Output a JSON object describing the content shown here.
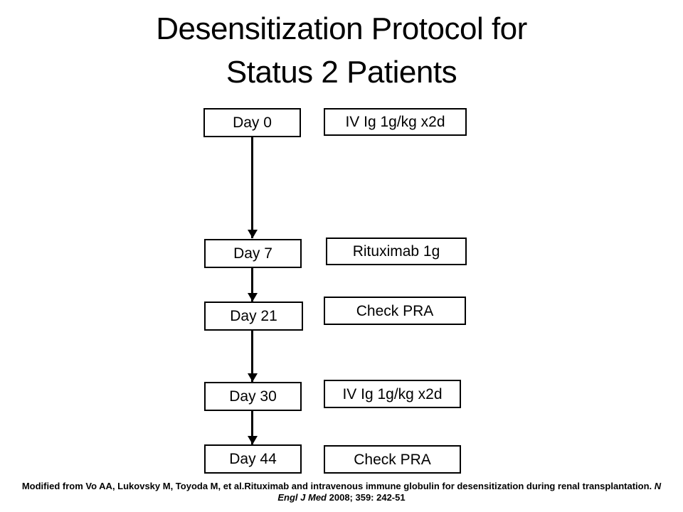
{
  "title": {
    "line1": "Desensitization Protocol for",
    "line2": "Status 2 Patients"
  },
  "flowchart": {
    "rows": [
      {
        "day": "Day 0",
        "action": "IV Ig 1g/kg x2d"
      },
      {
        "day": "Day 7",
        "action": "Rituximab 1g"
      },
      {
        "day": "Day 21",
        "action": "Check PRA"
      },
      {
        "day": "Day 30",
        "action": "IV Ig 1g/kg x2d"
      },
      {
        "day": "Day 44",
        "action": "Check PRA"
      }
    ],
    "arrow_count": 4
  },
  "footnote": {
    "text": "Modified from Vo AA, Lukovsky M, Toyoda M, et al.Rituximab and intravenous immune globulin for desensitization during renal transplantation.",
    "journal": "N Engl J Med",
    "citation": "2008; 359: 242-51"
  },
  "colors": {
    "background": "#ffffff",
    "box_border": "#000000",
    "text": "#000000",
    "arrow": "#000000"
  }
}
